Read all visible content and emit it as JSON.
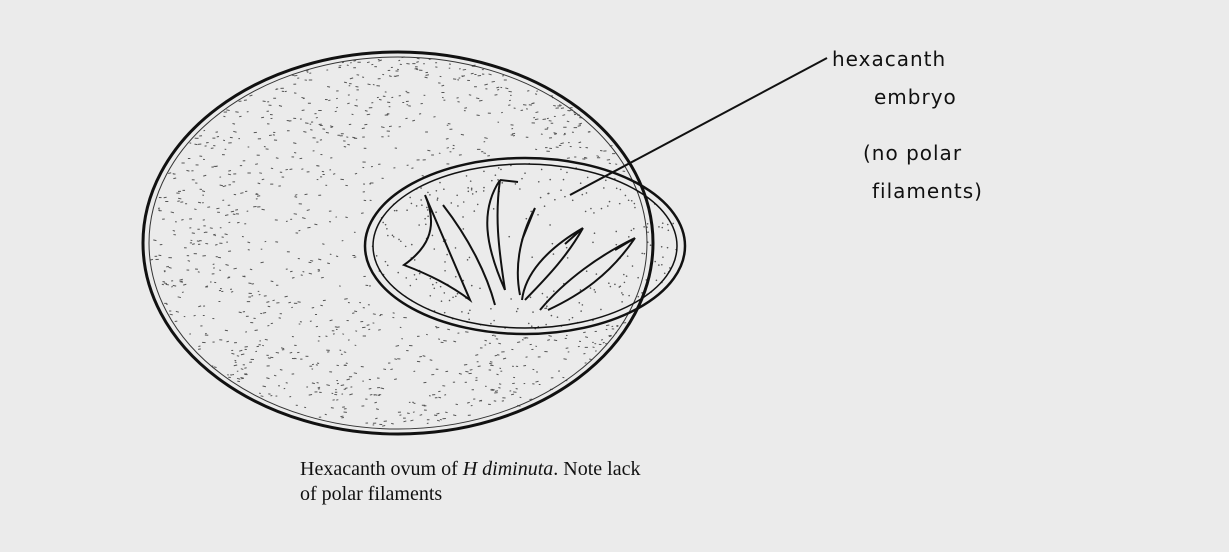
{
  "labels": {
    "embryo_line1": "hexacanth",
    "embryo_line2": "embryo",
    "note_line1": "(no polar",
    "note_line2": "filaments)"
  },
  "caption": {
    "part1": "Hexacanth ovum of ",
    "species": "H diminuta",
    "part2": ". Note lack",
    "line2": "of polar filaments"
  },
  "colors": {
    "background": "#ebebeb",
    "ink": "#111111",
    "stipple": "#555555"
  }
}
